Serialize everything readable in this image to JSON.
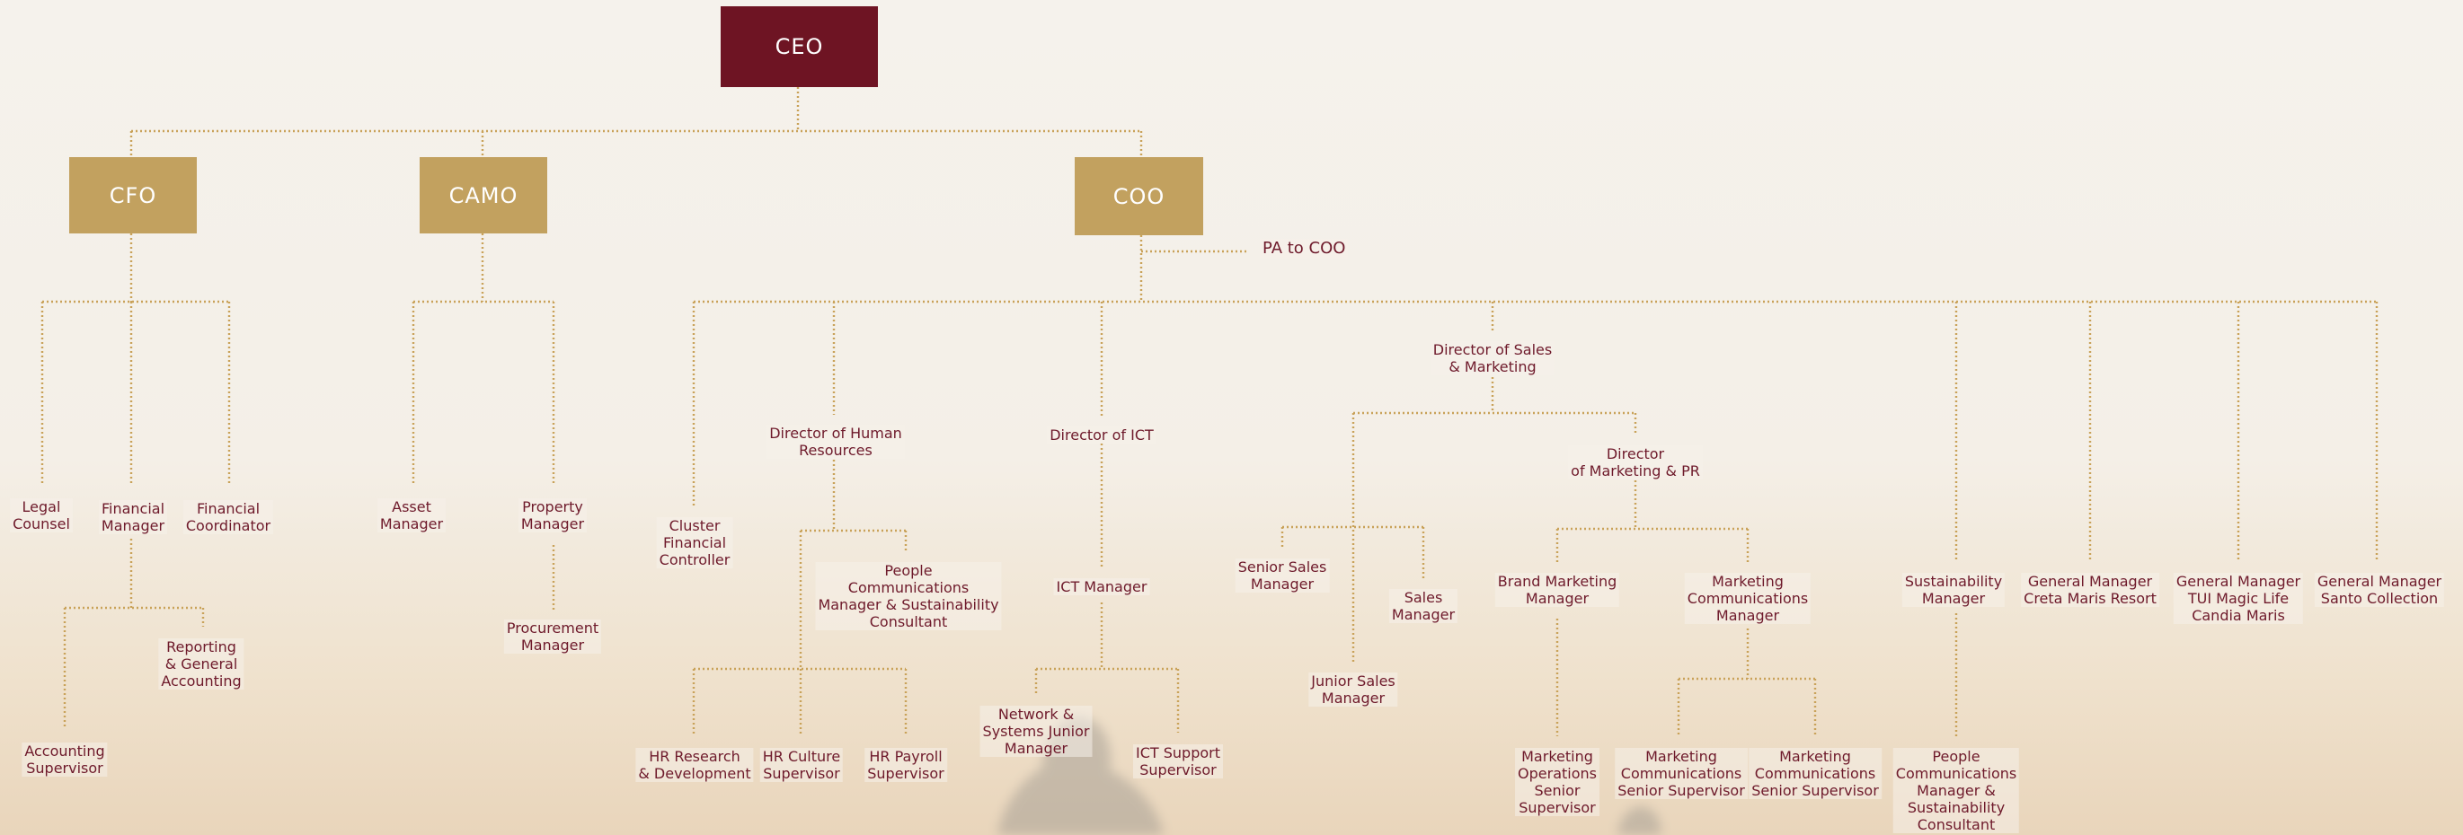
{
  "colors": {
    "burgundy": "#6e1423",
    "gold": "#c2a15f",
    "text": "#6e1a2b",
    "connector": "#c9a259"
  },
  "chart": {
    "ceo": "CEO",
    "cfo": "CFO",
    "camo": "CAMO",
    "coo": "COO",
    "pa_to_coo": "PA to COO",
    "cfo_reports": {
      "legal_counsel": [
        "Legal",
        "Counsel"
      ],
      "financial_manager": [
        "Financial",
        "Manager"
      ],
      "financial_coordinator": [
        "Financial",
        "Coordinator"
      ],
      "accounting_supervisor": [
        "Accounting",
        "Supervisor"
      ],
      "reporting_general_accounting": [
        "Reporting",
        "& General",
        "Accounting"
      ]
    },
    "camo_reports": {
      "asset_manager": [
        "Asset",
        "Manager"
      ],
      "property_manager": [
        "Property",
        "Manager"
      ],
      "procurement_manager": [
        "Procurement",
        "Manager"
      ]
    },
    "coo_reports": {
      "cluster_financial_controller": [
        "Cluster",
        "Financial",
        "Controller"
      ],
      "director_hr": [
        "Director of Human",
        "Resources"
      ],
      "people_comms_consultant": [
        "People",
        "Communications",
        "Manager & Sustainability",
        "Consultant"
      ],
      "hr_research": [
        "HR Research",
        "& Development"
      ],
      "hr_culture": [
        "HR Culture",
        "Supervisor"
      ],
      "hr_payroll": [
        "HR Payroll",
        "Supervisor"
      ],
      "director_ict": [
        "Director of ICT"
      ],
      "ict_manager": [
        "ICT Manager"
      ],
      "network_systems": [
        "Network &",
        "Systems Junior",
        "Manager"
      ],
      "ict_support": [
        "ICT Support",
        "Supervisor"
      ],
      "director_sales_marketing": [
        "Director of Sales",
        "& Marketing"
      ],
      "senior_sales": [
        "Senior Sales",
        "Manager"
      ],
      "sales_manager": [
        "Sales",
        "Manager"
      ],
      "junior_sales": [
        "Junior Sales",
        "Manager"
      ],
      "director_marketing_pr": [
        "Director",
        "of Marketing & PR"
      ],
      "brand_marketing": [
        "Brand Marketing",
        "Manager"
      ],
      "marketing_comms_manager": [
        "Marketing",
        "Communications",
        "Manager"
      ],
      "marketing_ops": [
        "Marketing",
        "Operations",
        "Senior",
        "Supervisor"
      ],
      "marketing_comms_sup1": [
        "Marketing",
        "Communications",
        "Senior Supervisor"
      ],
      "marketing_comms_sup2": [
        "Marketing",
        "Communications",
        "Senior Supervisor"
      ],
      "sustainability_manager": [
        "Sustainability",
        "Manager"
      ],
      "people_comms_sustain": [
        "People",
        "Communications",
        "Manager &",
        "Sustainability",
        "Consultant"
      ],
      "gm_creta_maris": [
        "General Manager",
        "Creta Maris Resort"
      ],
      "gm_tui_magic": [
        "General Manager",
        "TUI Magic Life",
        "Candia Maris"
      ],
      "gm_santo": [
        "General Manager",
        "Santo Collection"
      ]
    }
  }
}
